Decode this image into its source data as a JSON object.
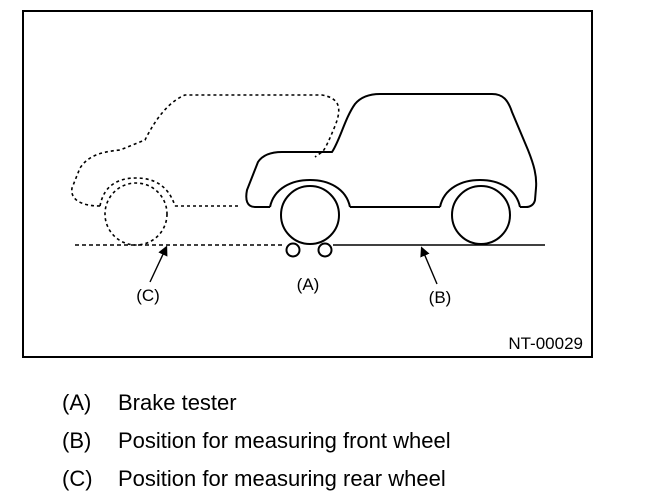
{
  "diagram": {
    "callouts": {
      "a": "(A)",
      "b": "(B)",
      "c": "(C)"
    },
    "figure_code": "NT-00029"
  },
  "legend": [
    {
      "key": "(A)",
      "text": "Brake tester"
    },
    {
      "key": "(B)",
      "text": "Position for measuring front wheel"
    },
    {
      "key": "(C)",
      "text": "Position for measuring rear wheel"
    }
  ]
}
